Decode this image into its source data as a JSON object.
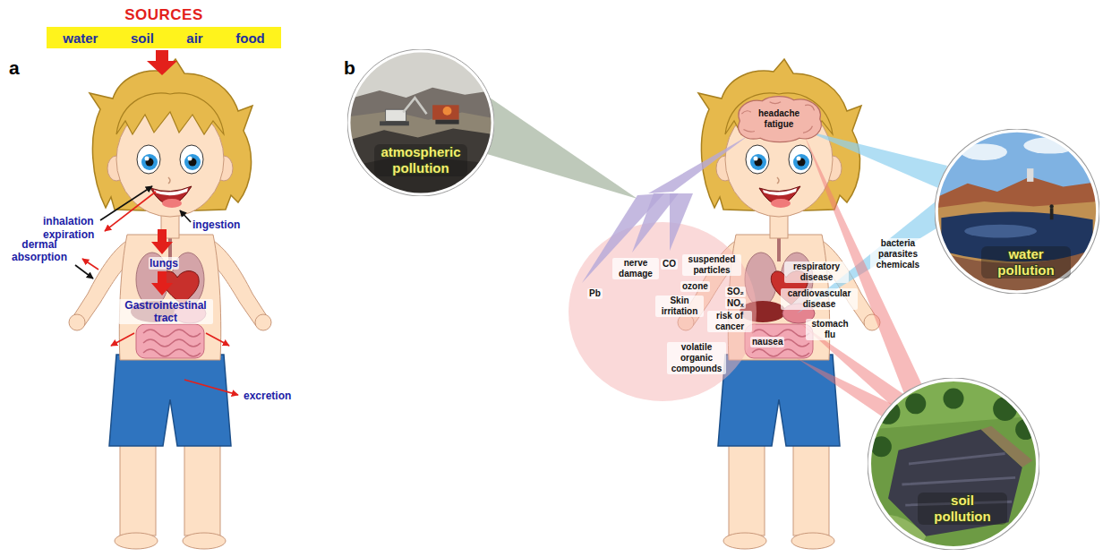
{
  "diagram": {
    "nodes": [
      {
        "text": [
          "SOURCES",
          "water",
          "soil",
          "air",
          "food"
        ]
      },
      {
        "text": [
          "atmospheric pollution"
        ]
      },
      {
        "text": [
          "headache fatigue"
        ]
      },
      {
        "text": [
          "water pollution"
        ]
      },
      {
        "text": [
          "soil pollution"
        ]
      }
    ],
    "labels": [
      "a",
      "inhalation",
      "expiration",
      "ingestion",
      "dermal absorption",
      "lungs",
      "Gastrointestinal tract",
      "excretion",
      "b",
      "nerve damage",
      "CO",
      "suspended particles",
      "respiratory disease",
      "ozone",
      "Pb",
      "Skin irritation",
      "SO₂",
      "NOₓ",
      "risk of cancer",
      "cardiovascular disease",
      "stomach flu",
      "nausea",
      "volatile organic compounds",
      "bacteria parasites chemicals"
    ]
  }
}
